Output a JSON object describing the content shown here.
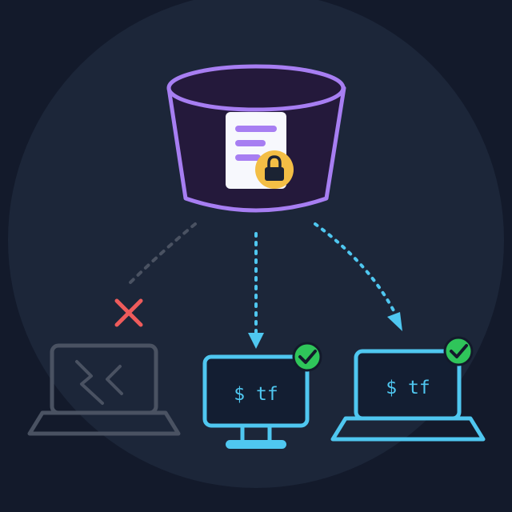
{
  "diagram": {
    "storage": {
      "icon": "bucket-icon",
      "file_icon": "document-icon",
      "lock_icon": "lock-icon"
    },
    "clients": [
      {
        "device": "laptop",
        "status": "denied",
        "status_icon": "cross-icon",
        "screen_icon": "broken-screen-icon"
      },
      {
        "device": "desktop-monitor",
        "status": "allowed",
        "status_icon": "check-icon",
        "terminal_text": "$ tf"
      },
      {
        "device": "laptop",
        "status": "allowed",
        "status_icon": "check-icon",
        "terminal_text": "$ tf"
      }
    ],
    "colors": {
      "background": "#131a2b",
      "halo": "#1c2639",
      "bucket_stroke": "#a77ef2",
      "bucket_fill": "#24193b",
      "lock": "#f3be45",
      "active_device": "#4fc7f0",
      "inactive_device": "#4a5262",
      "success": "#2fc55a",
      "error": "#ee5b5b"
    }
  }
}
